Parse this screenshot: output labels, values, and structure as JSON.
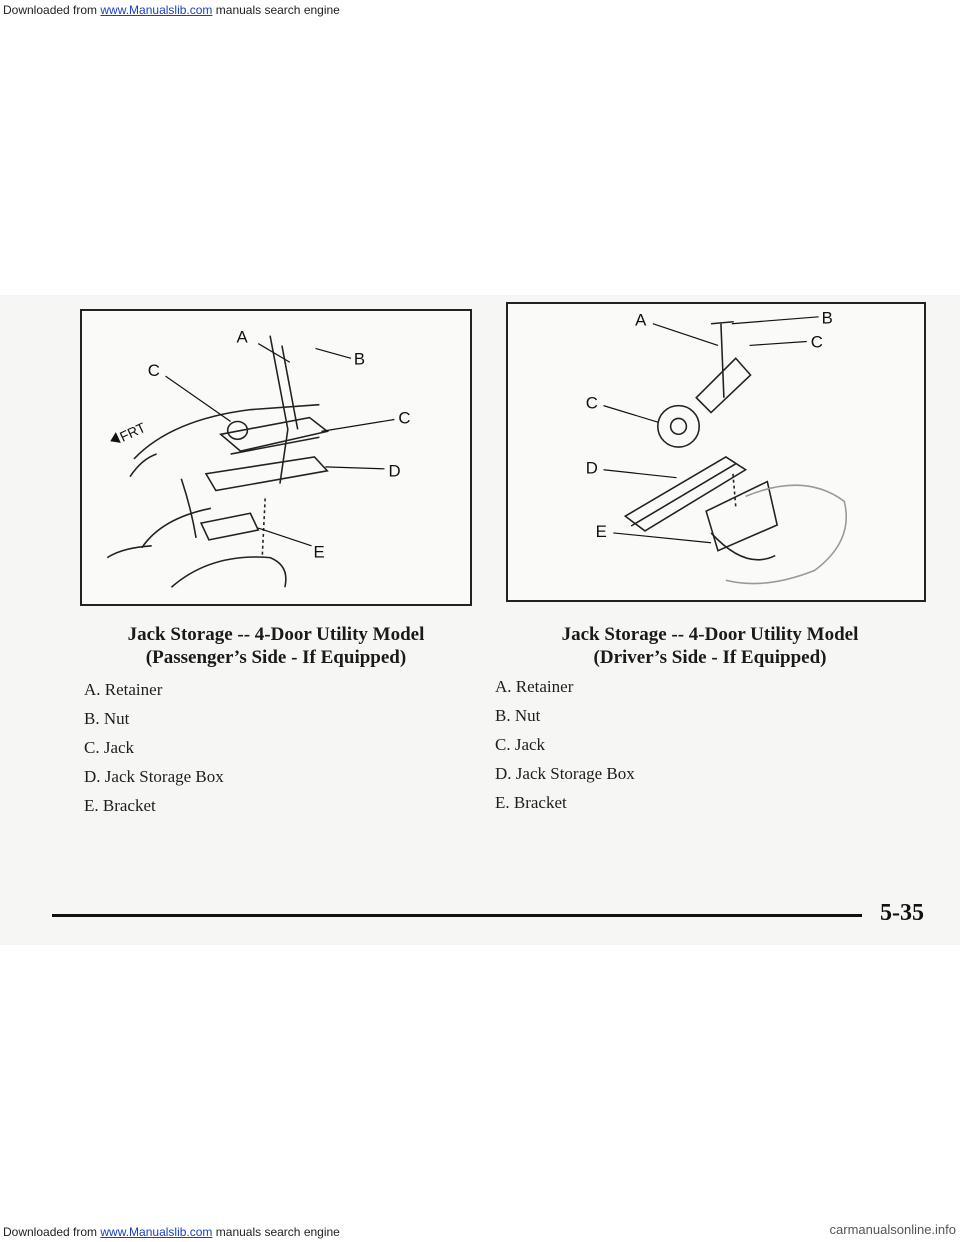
{
  "banner": {
    "prefix": "Downloaded from ",
    "link": "www.Manualslib.com",
    "suffix": " manuals search engine"
  },
  "figure_left": {
    "callouts": [
      "A",
      "B",
      "C",
      "C",
      "D",
      "E"
    ],
    "direction_label": "FRT"
  },
  "figure_right": {
    "callouts": [
      "A",
      "B",
      "C",
      "C",
      "D",
      "E"
    ]
  },
  "caption_left": {
    "line1": "Jack Storage -- 4-Door Utility Model",
    "line2": "(Passenger’s Side - If Equipped)"
  },
  "caption_right": {
    "line1": "Jack Storage -- 4-Door Utility Model",
    "line2": "(Driver’s Side - If Equipped)"
  },
  "legend_left": [
    "A. Retainer",
    "B. Nut",
    "C. Jack",
    "D. Jack Storage Box",
    "E. Bracket"
  ],
  "legend_right": [
    "A. Retainer",
    "B. Nut",
    "C. Jack",
    "D. Jack Storage Box",
    "E. Bracket"
  ],
  "page_number": "5-35",
  "footer": {
    "prefix": "Downloaded from ",
    "link": "www.Manualslib.com",
    "suffix": " manuals search engine",
    "watermark": "carmanualsonline.info"
  }
}
